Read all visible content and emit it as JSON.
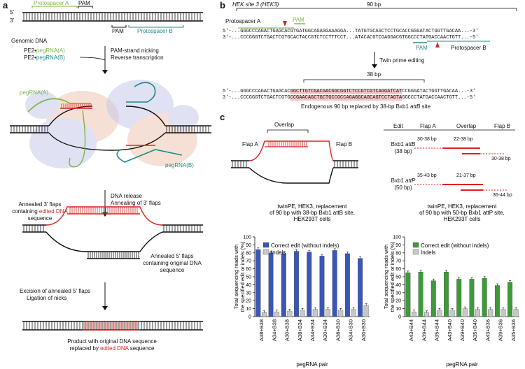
{
  "panels": {
    "a": "a",
    "b": "b",
    "c": "c"
  },
  "colors": {
    "green": "#7ab648",
    "teal": "#1e8c82",
    "red": "#e02020",
    "blue": "#3a56b8",
    "bargreen": "#3f9a3a",
    "grey": "#c8c8c8"
  },
  "panel_a": {
    "protospacer_a": "Protospacer A",
    "pam_top": "PAM",
    "pam_bottom": "PAM",
    "protospacer_b": "Protospacer B",
    "strand5": "5'",
    "strand3": "3'",
    "genomic_dna": "Genomic DNA",
    "pe2_a_prefix": "PE2•",
    "pe2_a_guide": "pegRNA(A)",
    "pe2_b_prefix": "PE2•",
    "pe2_b_guide": "pegRNA(B)",
    "step1_line1": "PAM-strand nicking",
    "step1_line2": "Reverse transcription",
    "pegrna_a_label": "pegRNA(A)",
    "pegrna_b_label": "pegRNA(B)",
    "step2_line1": "DNA release",
    "step2_line2": "Annealing of 3' flaps",
    "annealed3_line1": "Annealed 3' flaps",
    "annealed3_line2_pre": "containing ",
    "annealed3_line2_red": "edited DNA",
    "annealed3_line3": "sequence",
    "annealed5_line1": "Annealed 5' flaps",
    "annealed5_line2": "containing original DNA",
    "annealed5_line3": "sequence",
    "step3_line1": "Excision of annealed 5' flaps",
    "step3_line2": "Ligation of nicks",
    "product_line1": "Product with original DNA sequence",
    "product_line2_pre": "replaced by ",
    "product_line2_red": "edited DNA",
    "product_line2_post": " sequence"
  },
  "panel_b": {
    "title": "HEK site 3 (HEK3)",
    "span": "90 bp",
    "protospacer_a": "Protospacer A",
    "pam_top": "PAM",
    "pam_bottom": "PAM",
    "protospacer_b": "Protospacer B",
    "seq1_top": "5'-...GGGCCCAGACTGAGCACGTGATGGCAGAGGAAAGGA...TATGTGCAGCTCCTGCACCGGGATACTGGTTGACAA...-3'",
    "seq1_bottom": "3'-...CCCGGGTCTGACTCGTGCACTACCGTCTCCTTTCCT...ATACACGTCGAGGACGTGGCCCTATGACCAACTGTT...-5'",
    "twin_pe": "Twin prime editing",
    "span2": "38 bp",
    "seq2_top_pre": "5'-...GGGCCCAGACTGAGCAC",
    "seq2_top_red": "GGCTTGTCGACGACGGCGGTCTCCGTCGTCAGGATCAT",
    "seq2_top_post": "CCGGGATACTGGTTGACAA...-3'",
    "seq2_bottom_pre": "3'-...CCCGGGTCTGACTCGTG",
    "seq2_bottom_red": "CCGAACAGCTGCTGCCGCCAGAGGCAGCAGTCCTAGTA",
    "seq2_bottom_post": "GGCCCTATGACCAACTGTT...-5'",
    "caption_pre": "Endogenous 90 bp replaced by 38-bp Bxb1 ",
    "caption_it": "attB",
    "caption_post": " site"
  },
  "panel_c": {
    "overlap": "Overlap",
    "flap_a": "Flap A",
    "flap_b": "Flap B",
    "table_headers": [
      "Edit",
      "Flap A",
      "Overlap",
      "Flap B"
    ],
    "rows": [
      {
        "edit_line1": "Bxb1 ",
        "edit_it": "attB",
        "edit_line2": "(38 bp)",
        "flap_a": "30-38 bp",
        "overlap": "22-38 bp",
        "flap_b": "30-38 bp"
      },
      {
        "edit_line1": "Bxb1 ",
        "edit_it": "attP",
        "edit_line2": "(50 bp)",
        "flap_a": "35-43 bp",
        "overlap": "21-37 bp",
        "flap_b": "36-44 bp"
      }
    ]
  },
  "chart_data": [
    {
      "type": "bar",
      "title": "twinPE, HEK3, replacement of 90 bp with 38-bp Bxb1 attB site, HEK293T cells",
      "title_lines": [
        "twinPE, HEK3, replacement",
        "of 90 bp with 38-bp Bxb1 attB site,",
        "HEK293T cells"
      ],
      "ylabel_lines": [
        "Total sequencing reads with",
        "the specified edit or indels (%)"
      ],
      "xlabel": "pegRNA pair",
      "ylim": [
        0,
        100
      ],
      "yticks": [
        0,
        10,
        20,
        30,
        40,
        50,
        60,
        70,
        80,
        90,
        100
      ],
      "categories": [
        "A38+B38",
        "A34+B38",
        "A30+B38",
        "A38+B34",
        "A34+B34",
        "A30+B34",
        "A38+B30",
        "A34+B30",
        "A30+B30"
      ],
      "series": [
        {
          "name": "Correct edit (without indels)",
          "color": "#3a56b8",
          "values": [
            84,
            80,
            79,
            82,
            81,
            76,
            83,
            79,
            73
          ]
        },
        {
          "name": "Indels",
          "color": "#c8c8c8",
          "values": [
            5,
            6,
            7,
            8,
            9,
            9,
            8,
            9,
            14
          ]
        }
      ],
      "legend": "top-left"
    },
    {
      "type": "bar",
      "title": "twinPE, HEK3, replacement of 90 bp with 50-bp Bxb1 attP site, HEK293T cells",
      "title_lines": [
        "twinPE, HEK3, replacement",
        "of 90 bp with 50-bp Bxb1 attP site,",
        "HEK293T cells"
      ],
      "ylabel_lines": [
        "Total sequencing reads with",
        "the specified edit or indels (%)"
      ],
      "xlabel": "pegRNA pair",
      "ylim": [
        0,
        100
      ],
      "yticks": [
        0,
        10,
        20,
        30,
        40,
        50,
        60,
        70,
        80,
        90,
        100
      ],
      "categories": [
        "A43+B44",
        "A39+B44",
        "A35+B44",
        "A43+B40",
        "A39+B40",
        "A35+B40",
        "A43+B36",
        "A39+B36",
        "A35+B36"
      ],
      "series": [
        {
          "name": "Correct edit (without indels)",
          "color": "#3f9a3a",
          "values": [
            55,
            56,
            45,
            56,
            47,
            47,
            48,
            39,
            43
          ]
        },
        {
          "name": "Indels",
          "color": "#c8c8c8",
          "values": [
            6,
            5,
            8,
            8,
            10,
            9,
            9,
            9,
            9
          ]
        }
      ],
      "legend": "top-left"
    }
  ]
}
